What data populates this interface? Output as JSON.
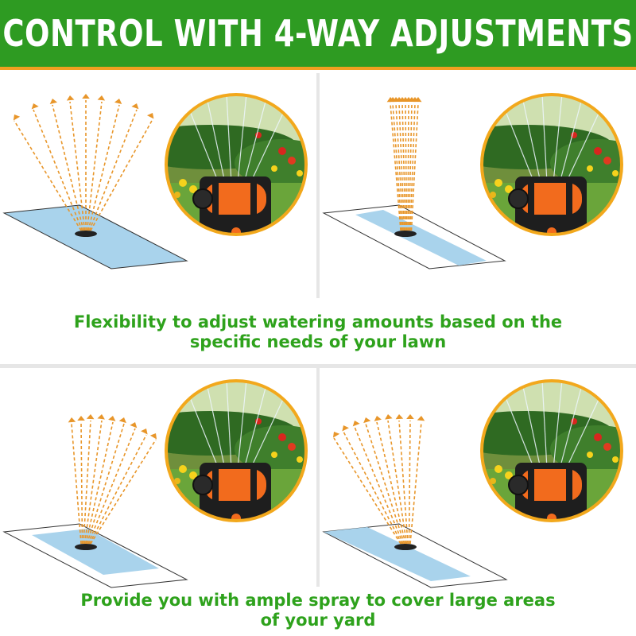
{
  "header": {
    "title": "CONTROL WITH 4-WAY ADJUSTMENTS"
  },
  "captions": {
    "top": {
      "line1": "Flexibility to adjust watering amounts based on the",
      "line2": "specific needs of your lawn"
    },
    "bottom": {
      "line1": "Provide you with ample spray to cover large areas",
      "line2": "of your yard"
    }
  },
  "colors": {
    "header_bg": "#2e9b22",
    "header_underline": "#f0a020",
    "caption_text": "#2ea21c",
    "spray_arrow": "#e8962a",
    "lawn_strip": "#a9d3ec",
    "photo_ring": "#f2a81c",
    "sprinkler_orange": "#f26b1d"
  },
  "panels": [
    {
      "id": "wide-full",
      "spray": "wide fan",
      "strip": "full"
    },
    {
      "id": "narrow-straight",
      "spray": "straight up",
      "strip": "center"
    },
    {
      "id": "tilt-right",
      "spray": "tilted right",
      "strip": "left"
    },
    {
      "id": "tilt-left",
      "spray": "tilted left",
      "strip": "right"
    }
  ],
  "icons": [
    "spray-arrow-icon",
    "sprinkler-photo-icon",
    "lawn-strip-icon"
  ]
}
